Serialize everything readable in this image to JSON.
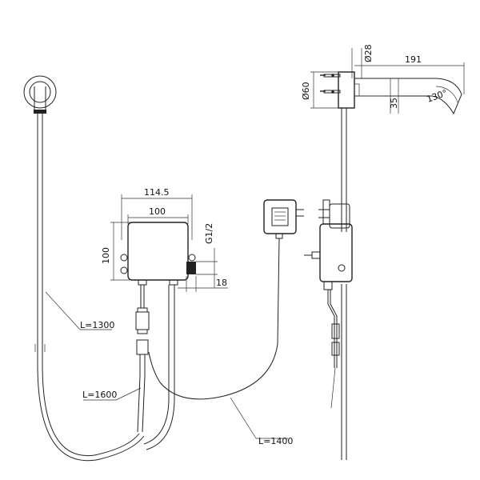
{
  "dimensions": {
    "diameter_28": "Ø28",
    "length_191": "191",
    "diameter_60": "Ø60",
    "offset_35": "35",
    "angle_130": "130°",
    "width_114_5": "114.5",
    "width_100": "100",
    "height_100": "100",
    "thread_g1_2": "G1/2",
    "depth_18": "18"
  },
  "cable_lengths": {
    "spout_hose": "L=1300",
    "inlet_hose": "L=1600",
    "power_cable": "L=1400"
  }
}
